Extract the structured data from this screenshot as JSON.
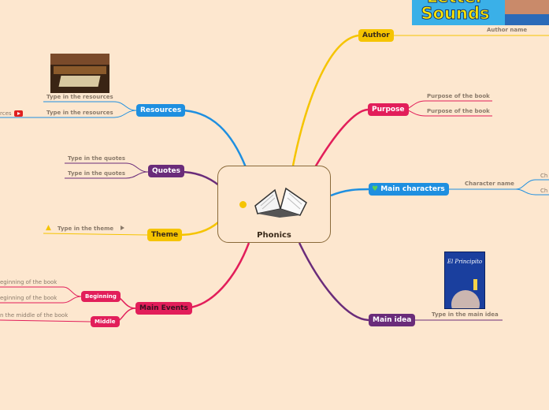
{
  "center": {
    "title": "Phonics"
  },
  "banner": {
    "text": "Letter\nSounds"
  },
  "author": {
    "label": "Author",
    "leaf": "Author name"
  },
  "purpose": {
    "label": "Purpose",
    "leaves": [
      "Purpose of the book",
      "Purpose of the book"
    ]
  },
  "main_characters": {
    "label": "Main characters",
    "leaf": "Character name",
    "sub": [
      "Ch",
      "Ch"
    ]
  },
  "main_idea": {
    "label": "Main idea",
    "leaf": "Type in the main idea",
    "book_title": "El Principito"
  },
  "resources": {
    "label": "Resources",
    "leaves": [
      "Type in the resources",
      "Type in the resources"
    ],
    "sub": "rces"
  },
  "quotes": {
    "label": "Quotes",
    "leaves": [
      "Type in the quotes",
      "Type in the quotes"
    ]
  },
  "theme": {
    "label": "Theme",
    "leaf": "Type in the theme"
  },
  "main_events": {
    "label": "Main Events",
    "beginning": {
      "label": "Beginning",
      "leaves": [
        "eginning of the book",
        "eginning of the book"
      ]
    },
    "middle": {
      "label": "Middle",
      "leaf": "n the middle of the book"
    }
  },
  "colors": {
    "background": "#fde7cf",
    "author": "#f5c400",
    "purpose": "#e21e5a",
    "main_characters": "#1e8fe0",
    "main_idea": "#6a2c7a",
    "resources": "#1e8fe0",
    "quotes": "#6a2c7a",
    "theme": "#f5c400",
    "main_events": "#e21e5a"
  }
}
